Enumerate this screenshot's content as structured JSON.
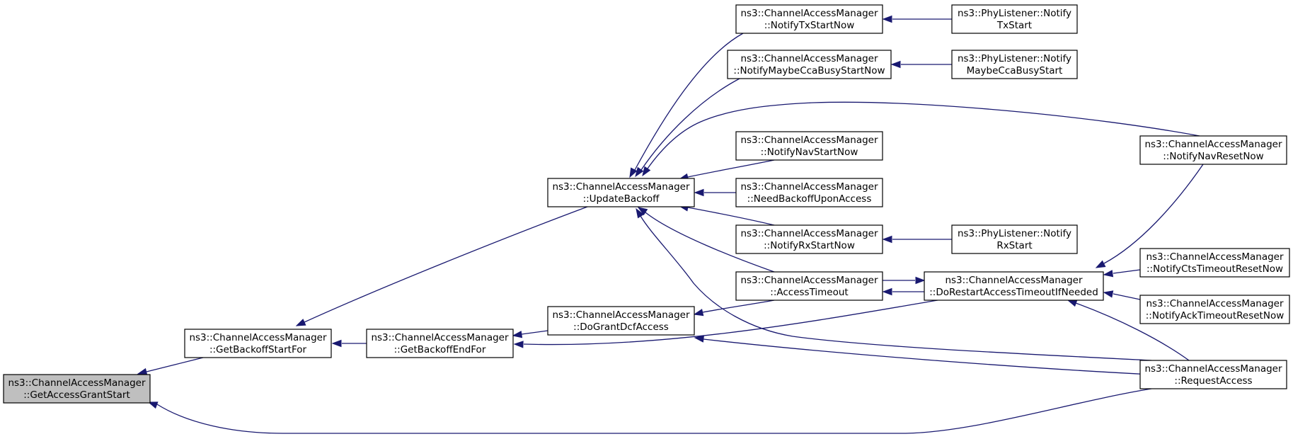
{
  "diagram": {
    "type": "call-graph",
    "edge_color": "#191970",
    "root_fill": "#bfbfbf",
    "nodes": [
      {
        "id": "gagst",
        "line1": "ns3::ChannelAccessManager",
        "line2": "::GetAccessGrantStart",
        "root": true
      },
      {
        "id": "gbsf",
        "line1": "ns3::ChannelAccessManager",
        "line2": "::GetBackoffStartFor"
      },
      {
        "id": "gbef",
        "line1": "ns3::ChannelAccessManager",
        "line2": "::GetBackoffEndFor"
      },
      {
        "id": "ub",
        "line1": "ns3::ChannelAccessManager",
        "line2": "::UpdateBackoff"
      },
      {
        "id": "dgda",
        "line1": "ns3::ChannelAccessManager",
        "line2": "::DoGrantDcfAccess"
      },
      {
        "id": "ntxs",
        "line1": "ns3::ChannelAccessManager",
        "line2": "::NotifyTxStartNow"
      },
      {
        "id": "nmcbs",
        "line1": "ns3::ChannelAccessManager",
        "line2": "::NotifyMaybeCcaBusyStartNow"
      },
      {
        "id": "nnavs",
        "line1": "ns3::ChannelAccessManager",
        "line2": "::NotifyNavStartNow"
      },
      {
        "id": "nbua",
        "line1": "ns3::ChannelAccessManager",
        "line2": "::NeedBackoffUponAccess"
      },
      {
        "id": "nrxs",
        "line1": "ns3::ChannelAccessManager",
        "line2": "::NotifyRxStartNow"
      },
      {
        "id": "at",
        "line1": "ns3::ChannelAccessManager",
        "line2": "::AccessTimeout"
      },
      {
        "id": "drat",
        "line1": "ns3::ChannelAccessManager",
        "line2": "::DoRestartAccessTimeoutIfNeeded"
      },
      {
        "id": "pltx",
        "line1": "ns3::PhyListener::Notify",
        "line2": "TxStart"
      },
      {
        "id": "plcca",
        "line1": "ns3::PhyListener::Notify",
        "line2": "MaybeCcaBusyStart"
      },
      {
        "id": "plrx",
        "line1": "ns3::PhyListener::Notify",
        "line2": "RxStart"
      },
      {
        "id": "nnavr",
        "line1": "ns3::ChannelAccessManager",
        "line2": "::NotifyNavResetNow"
      },
      {
        "id": "nctsr",
        "line1": "ns3::ChannelAccessManager",
        "line2": "::NotifyCtsTimeoutResetNow"
      },
      {
        "id": "nackr",
        "line1": "ns3::ChannelAccessManager",
        "line2": "::NotifyAckTimeoutResetNow"
      },
      {
        "id": "ra",
        "line1": "ns3::ChannelAccessManager",
        "line2": "::RequestAccess"
      }
    ],
    "edges": [
      {
        "from": "gbsf",
        "to": "gagst"
      },
      {
        "from": "ra",
        "to": "gagst"
      },
      {
        "from": "ub",
        "to": "gbsf"
      },
      {
        "from": "gbef",
        "to": "gbsf"
      },
      {
        "from": "dgda",
        "to": "gbef"
      },
      {
        "from": "drat",
        "to": "gbef"
      },
      {
        "from": "ntxs",
        "to": "ub"
      },
      {
        "from": "nmcbs",
        "to": "ub"
      },
      {
        "from": "nnavr",
        "to": "ub"
      },
      {
        "from": "nnavs",
        "to": "ub"
      },
      {
        "from": "nbua",
        "to": "ub"
      },
      {
        "from": "nrxs",
        "to": "ub"
      },
      {
        "from": "at",
        "to": "ub"
      },
      {
        "from": "ra",
        "to": "ub"
      },
      {
        "from": "at",
        "to": "dgda"
      },
      {
        "from": "ra",
        "to": "dgda"
      },
      {
        "from": "pltx",
        "to": "ntxs"
      },
      {
        "from": "plcca",
        "to": "nmcbs"
      },
      {
        "from": "plrx",
        "to": "nrxs"
      },
      {
        "from": "drat",
        "to": "at"
      },
      {
        "from": "at",
        "to": "drat"
      },
      {
        "from": "nnavr",
        "to": "drat"
      },
      {
        "from": "nctsr",
        "to": "drat"
      },
      {
        "from": "nackr",
        "to": "drat"
      },
      {
        "from": "ra",
        "to": "drat"
      }
    ]
  }
}
